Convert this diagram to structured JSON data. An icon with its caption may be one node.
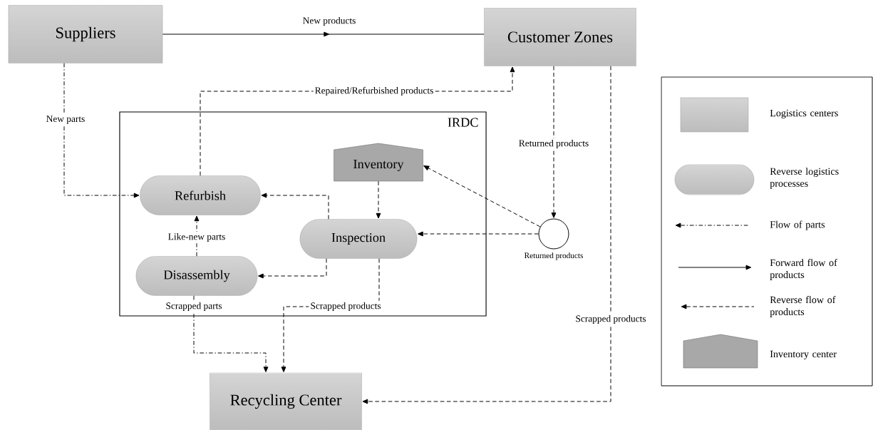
{
  "diagram": {
    "nodes": [
      {
        "text": [
          "Suppliers"
        ]
      },
      {
        "text": [
          "Customer Zones"
        ]
      },
      {
        "text": [
          "IRDC"
        ]
      },
      {
        "text": [
          "Inventory"
        ],
        "in": 2
      },
      {
        "text": [
          "Refurbish"
        ],
        "in": 2
      },
      {
        "text": [
          "Inspection"
        ],
        "in": 2
      },
      {
        "text": [
          "Disassembly"
        ],
        "in": 2
      },
      {
        "text": [],
        "shape": "circle",
        "beside": [
          "Returned products"
        ]
      },
      {
        "text": [
          "Recycling Center"
        ]
      }
    ],
    "edges": [
      {
        "from": 0,
        "to": 1,
        "arrow": "to",
        "label": "New products"
      },
      {
        "from": 0,
        "to": 4,
        "arrow": "to",
        "label": "New parts",
        "style": "dashed"
      },
      {
        "from": 4,
        "to": 1,
        "arrow": "to",
        "label": "Repaired/Refurbished products",
        "style": "dashed"
      },
      {
        "from": 1,
        "to": 7,
        "arrow": "to",
        "label": "Returned products",
        "style": "dashed"
      },
      {
        "from": 1,
        "to": 8,
        "arrow": "to",
        "label": "Scrapped products",
        "style": "dashed"
      },
      {
        "from": 7,
        "to": 3,
        "arrow": "to",
        "style": "dashed"
      },
      {
        "from": 7,
        "to": 5,
        "arrow": "to",
        "style": "dashed"
      },
      {
        "from": 3,
        "to": 5,
        "arrow": "to",
        "style": "dashed"
      },
      {
        "from": 5,
        "to": 4,
        "arrow": "to",
        "style": "dashed"
      },
      {
        "from": 5,
        "to": 6,
        "arrow": "to",
        "style": "dashed"
      },
      {
        "from": 6,
        "to": 4,
        "arrow": "to",
        "label": "Like-new parts",
        "style": "dashed"
      },
      {
        "from": 6,
        "to": 8,
        "arrow": "to",
        "label": "Scrapped parts",
        "style": "dashed"
      },
      {
        "from": 5,
        "to": 8,
        "arrow": "to",
        "label": "Scrapped products",
        "style": "dashed"
      }
    ],
    "legend": [
      {
        "text": "Logistics centers"
      },
      {
        "text": "Reverse logistics processes"
      },
      {
        "text": "Flow of parts"
      },
      {
        "text": "Forward flow of products"
      },
      {
        "text": "Reverse flow of products"
      },
      {
        "text": "Inventory center"
      }
    ]
  }
}
